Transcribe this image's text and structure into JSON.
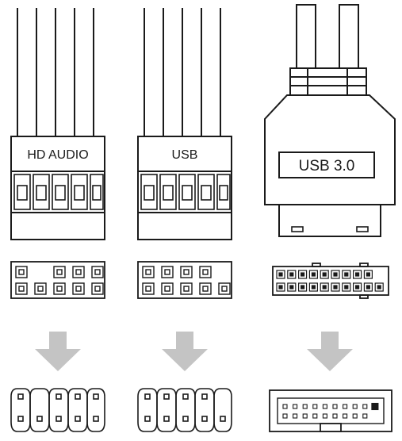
{
  "connectors": [
    {
      "label": "HD AUDIO"
    },
    {
      "label": "USB"
    },
    {
      "label": "USB 3.0"
    }
  ],
  "colors": {
    "line": "#1a1a1a",
    "arrow": "#c4c4c4",
    "background": "#ffffff"
  },
  "icons": [
    "hd-audio-connector-icon",
    "usb-connector-icon",
    "usb3-connector-icon",
    "down-arrow-icon",
    "header-pins-icon"
  ]
}
